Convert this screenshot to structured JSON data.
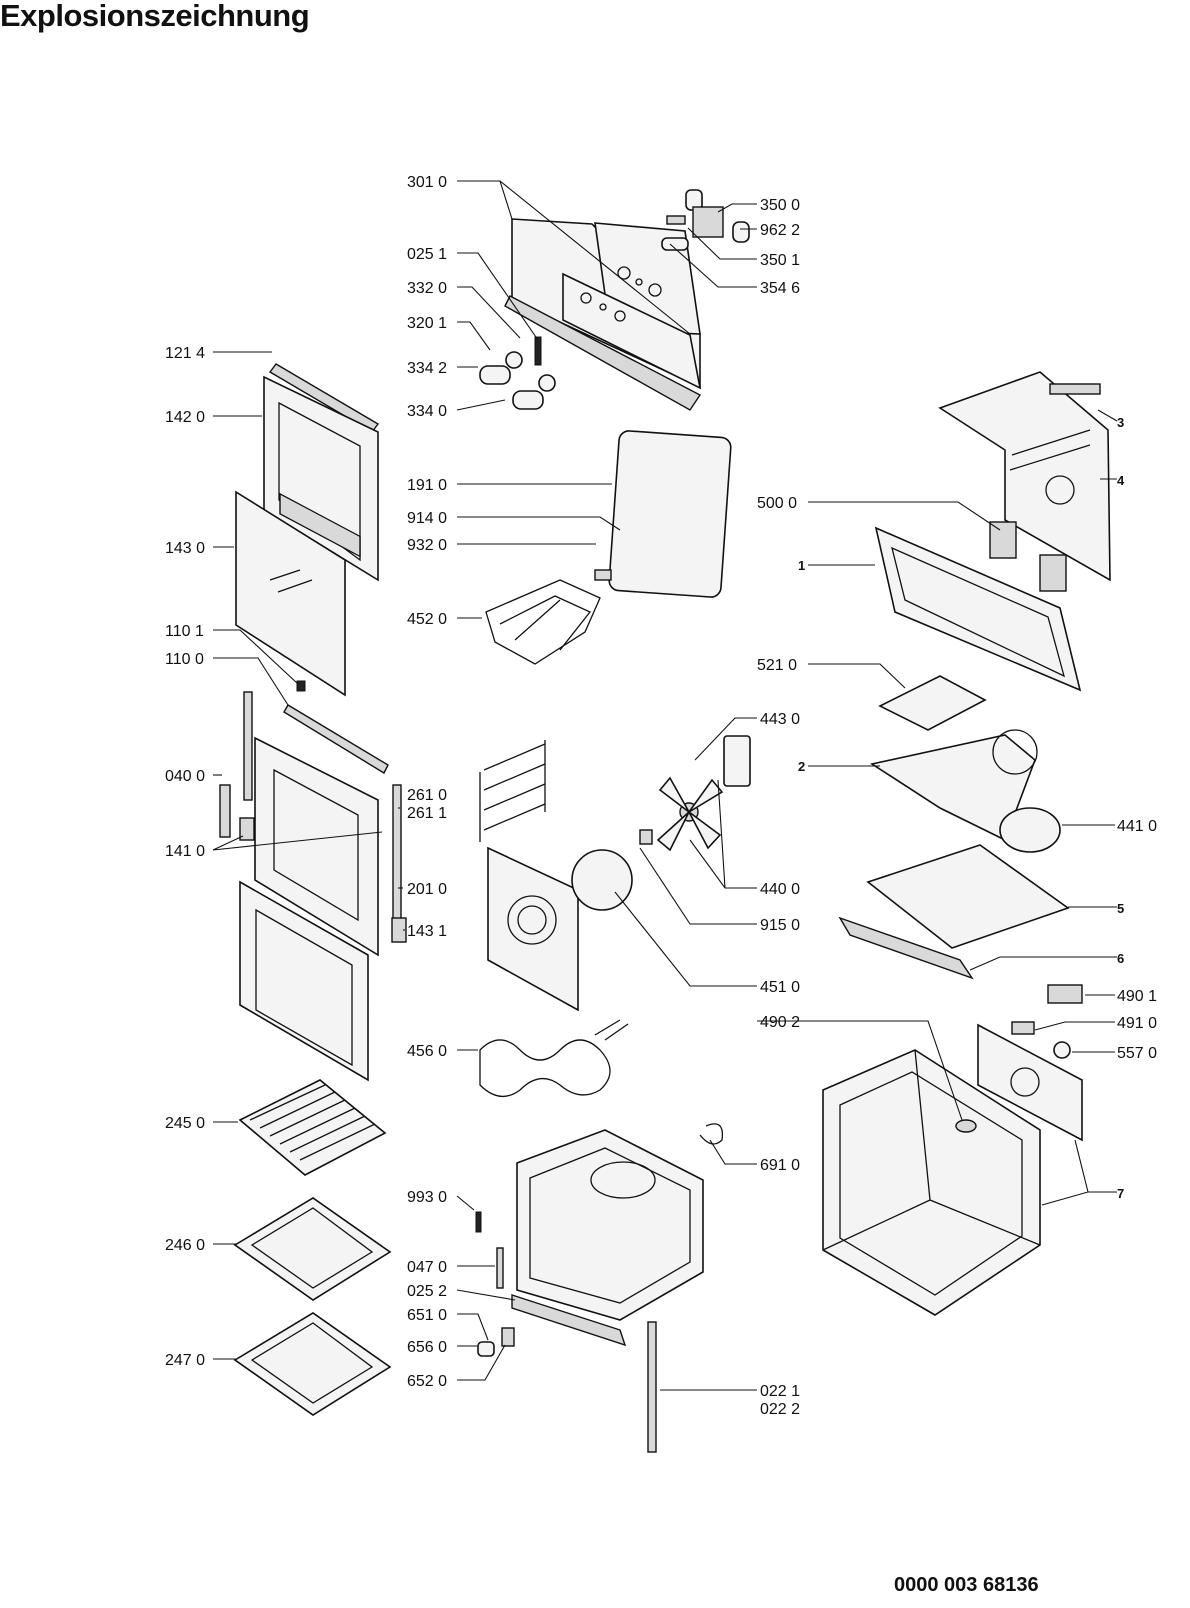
{
  "title": "Explosionszeichnung",
  "document_number": "0000 003 68136",
  "part_labels": {
    "p3010": "301 0",
    "p3500": "350 0",
    "p9622": "962 2",
    "p3501": "350 1",
    "p3546": "354 6",
    "p0251": "025 1",
    "p3320": "332 0",
    "p3201": "320 1",
    "p3342": "334 2",
    "p3340": "334 0",
    "p1214": "121 4",
    "p1420": "142 0",
    "p1430": "143 0",
    "p1101": "110 1",
    "p1100": "110 0",
    "p0400": "040 0",
    "p1410": "141 0",
    "p1910": "191 0",
    "p9140": "914 0",
    "p9320": "932 0",
    "p4520": "452 0",
    "p2610": "261 0",
    "p2611": "261 1",
    "p2010": "201 0",
    "p1431": "143 1",
    "p4560": "456 0",
    "p2450": "245 0",
    "p2460": "246 0",
    "p2470": "247 0",
    "p9930": "993 0",
    "p0470": "047 0",
    "p0252": "025 2",
    "p6510": "651 0",
    "p6560": "656 0",
    "p6520": "652 0",
    "p6910": "691 0",
    "p0221": "022 1",
    "p0222": "022 2",
    "p4430": "443 0",
    "p4400": "440 0",
    "p9150": "915 0",
    "p4510": "451 0",
    "p5000": "500 0",
    "p5210": "521 0",
    "p4410": "441 0",
    "p4901": "490 1",
    "p4902": "490 2",
    "p4910": "491 0",
    "p5570": "557 0",
    "n1": "1",
    "n2": "2",
    "n3": "3",
    "n4": "4",
    "n5": "5",
    "n6": "6",
    "n7": "7"
  }
}
